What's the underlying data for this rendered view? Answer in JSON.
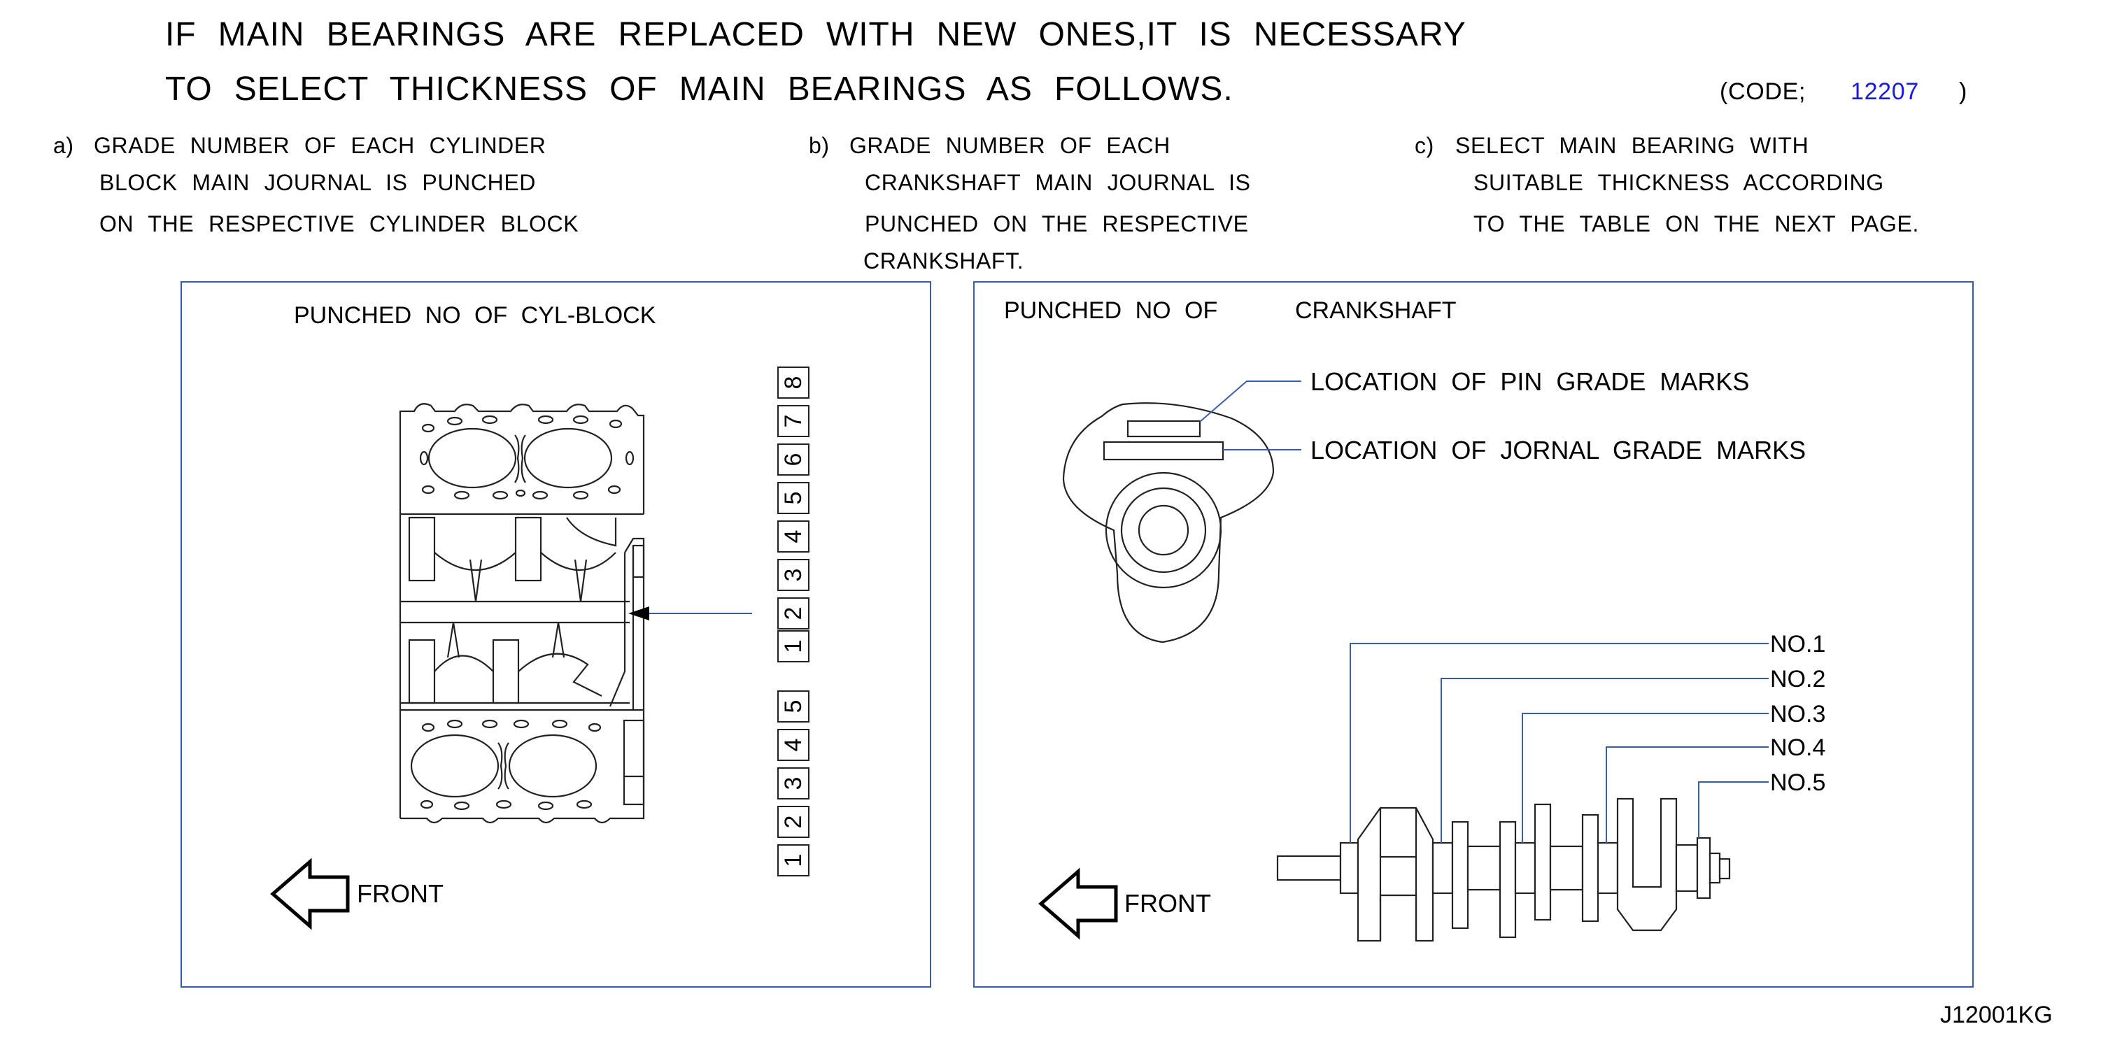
{
  "header": {
    "line1": "IF MAIN BEARINGS ARE REPLACED WITH NEW ONES,IT IS NECESSARY",
    "line2": "TO SELECT THICKNESS OF MAIN BEARINGS AS FOLLOWS.",
    "code_open": "(CODE;",
    "code_value": "12207",
    "code_close": ")"
  },
  "steps": [
    {
      "marker": "a)",
      "lines": [
        "GRADE NUMBER OF EACH CYLINDER",
        "BLOCK MAIN JOURNAL IS PUNCHED",
        "ON THE RESPECTIVE CYLINDER BLOCK"
      ]
    },
    {
      "marker": "b)",
      "lines": [
        "GRADE NUMBER OF EACH",
        "CRANKSHAFT MAIN JOURNAL IS",
        "PUNCHED ON THE RESPECTIVE",
        "CRANKSHAFT."
      ]
    },
    {
      "marker": "c)",
      "lines": [
        "SELECT MAIN BEARING WITH",
        "SUITABLE THICKNESS ACCORDING",
        "TO THE TABLE ON THE NEXT PAGE."
      ]
    }
  ],
  "left_panel": {
    "title": "PUNCHED NO OF CYL-BLOCK",
    "upper_marks": [
      "8",
      "7",
      "6",
      "5",
      "4",
      "3",
      "2",
      "1"
    ],
    "lower_marks": [
      "5",
      "4",
      "3",
      "2",
      "1"
    ],
    "front_label": "FRONT"
  },
  "right_panel": {
    "title_left": "PUNCHED NO OF",
    "title_right": "CRANKSHAFT",
    "pin_label": "LOCATION OF PIN GRADE MARKS",
    "journal_label": "LOCATION OF JORNAL GRADE MARKS",
    "journal_numbers": [
      "NO.1",
      "NO.2",
      "NO.3",
      "NO.4",
      "NO.5"
    ],
    "front_label": "FRONT"
  },
  "figure_code": "J12001KG",
  "colors": {
    "leader_line": "#3a5da8",
    "frame": "#3a5da8",
    "code_value": "#1a1adc"
  }
}
